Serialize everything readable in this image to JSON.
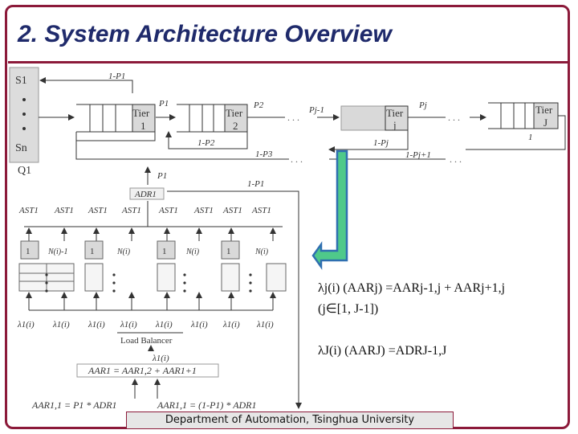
{
  "slide": {
    "title": "2. System Architecture Overview",
    "footer": "Department of Automation, Tsinghua University"
  },
  "diagram": {
    "sources": {
      "s1": "S1",
      "sn": "Sn",
      "qlabel": "Q1"
    },
    "tiers": [
      {
        "line1": "Tier",
        "line2": "1"
      },
      {
        "line1": "Tier",
        "line2": "2"
      },
      {
        "line1": "Tier",
        "line2": "j"
      },
      {
        "line1": "Tier",
        "line2": "J"
      }
    ],
    "probabilities": {
      "one_minus_p1_top": "1-P1",
      "p1": "P1",
      "p2": "P2",
      "pj_minus1": "Pj-1",
      "pj": "Pj",
      "one_minus_p2": "1-P2",
      "one_minus_p3": "1-P3",
      "one_minus_pj": "1-Pj",
      "one_minus_pj1": "1-Pj+1",
      "one": "1",
      "p1_lower": "P1",
      "one_minus_p1_lower": "1-P1"
    },
    "adr_label": "ADR1",
    "ast_labels": [
      "AST1",
      "AST1",
      "AST1",
      "AST1",
      "AST1",
      "AST1",
      "AST1",
      "AST1"
    ],
    "queue_labels": [
      "1",
      "N(i)-1",
      "1",
      "N(i)",
      "1",
      "N(i)",
      "1",
      "N(i)"
    ],
    "lambda_labels": [
      "λ1(i)",
      "λ1(i)",
      "λ1(i)",
      "λ1(i)",
      "λ1(i)",
      "λ1(i)",
      "λ1(i)",
      "λ1(i)"
    ],
    "load_balancer": "Load Balancer",
    "lambda_in": "λ1(i)",
    "aar_eq": "AAR1 = AAR1,2 + AAR1+1",
    "bottom_eq_left": "AAR1,1 = P1 * ADR1",
    "bottom_eq_right": "AAR1,1 = (1-P1) * ADR1"
  },
  "equations": {
    "eq1_line1": "λj(i) (AARj) =AARj-1,j + AARj+1,j",
    "eq1_line2": "(j∈[1, J-1])",
    "eq2": "λJ(i) (AARJ) =ADRJ-1,J"
  },
  "colors": {
    "frame": "#8c1a3a",
    "title": "#1f2a6b",
    "arrow_fill": "#4fc98a",
    "arrow_stroke": "#2f6fb0",
    "gray_box": "#d9d9d9"
  }
}
